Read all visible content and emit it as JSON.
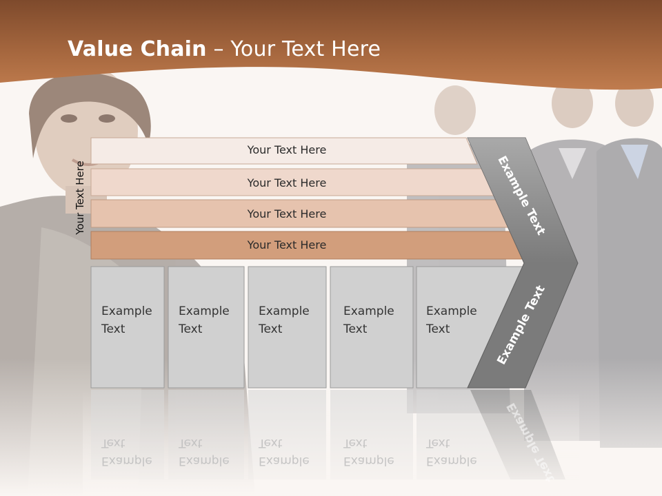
{
  "slide": {
    "title_bold": "Value Chain",
    "title_rest": " – Your Text Here",
    "side_label": "Your Text Here",
    "bars": [
      {
        "label": "Your Text Here"
      },
      {
        "label": "Your Text Here"
      },
      {
        "label": "Your Text Here"
      },
      {
        "label": "Your Text Here"
      }
    ],
    "cells": [
      {
        "line1": "Example",
        "line2": "Text"
      },
      {
        "line1": "Example",
        "line2": "Text"
      },
      {
        "line1": "Example",
        "line2": "Text"
      },
      {
        "line1": "Example",
        "line2": "Text"
      },
      {
        "line1": "Example",
        "line2": "Text"
      }
    ],
    "chevron_upper": "Example Text",
    "chevron_lower": "Example Text",
    "colors": {
      "banner": "#b8754a",
      "bar_shades": [
        "#f5ebe6",
        "#efd8cc",
        "#e6c3ae",
        "#d29e7c"
      ],
      "cell_fill": "#d0d0d0",
      "chevron": "#7b7b7b"
    }
  }
}
